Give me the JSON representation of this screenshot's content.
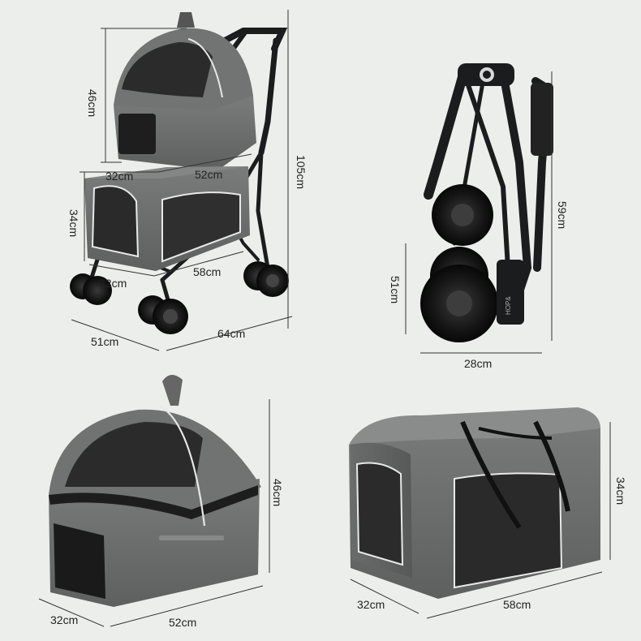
{
  "colors": {
    "background": "#eceeec",
    "fabric": "#6e7070",
    "fabric_dark": "#5a5c5c",
    "mesh": "#2a2a2a",
    "frame": "#1b1c1d",
    "trim": "#e8e8e8",
    "dim_line": "#333333"
  },
  "icons": [
    "pet-stroller",
    "folded-stroller",
    "pet-carrier",
    "pet-carrier-duffle"
  ],
  "dimensions": {
    "stroller": {
      "top_carrier_height": "46cm",
      "top_carrier_depth": "32cm",
      "top_carrier_width": "52cm",
      "total_height": "105cm",
      "bottom_carrier_height": "34cm",
      "bottom_carrier_depth": "32cm",
      "bottom_carrier_width": "58cm",
      "base_depth": "51cm",
      "base_length": "64cm"
    },
    "folded": {
      "height": "59cm",
      "wheel_height": "51cm",
      "width": "28cm"
    },
    "carrier": {
      "height": "46cm",
      "depth": "32cm",
      "width": "52cm"
    },
    "duffle": {
      "height": "34cm",
      "depth": "32cm",
      "width": "58cm"
    },
    "folded_brand_text": "HOP&"
  }
}
